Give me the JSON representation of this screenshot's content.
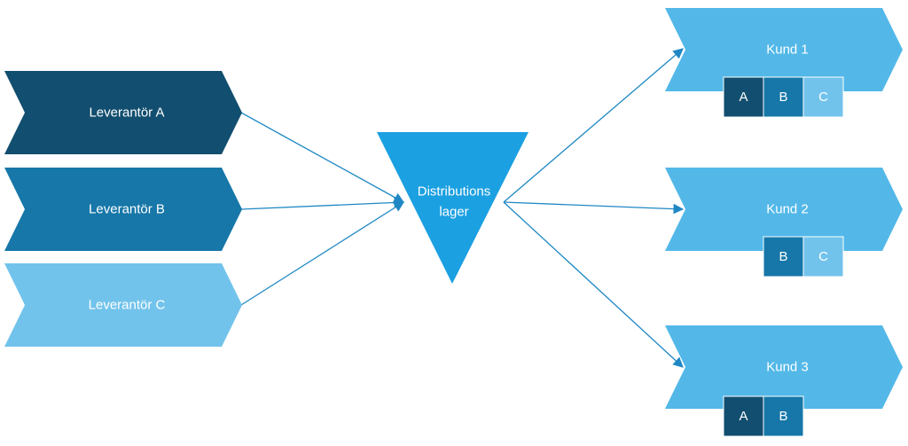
{
  "colors": {
    "dark": "#124e6f",
    "mid": "#1677a8",
    "light": "#72c3ec",
    "customer": "#53b8e8",
    "hub": "#1ba0e1",
    "arrow": "#1f88c4",
    "box_border": "#ffffff"
  },
  "suppliers": [
    {
      "label": "Leverantör A",
      "color_key": "dark"
    },
    {
      "label": "Leverantör B",
      "color_key": "mid"
    },
    {
      "label": "Leverantör C",
      "color_key": "light"
    }
  ],
  "hub": {
    "line1": "Distributions",
    "line2": "lager"
  },
  "customers": [
    {
      "label": "Kund 1",
      "products": [
        "A",
        "B",
        "C"
      ]
    },
    {
      "label": "Kund 2",
      "products": [
        "B",
        "C"
      ]
    },
    {
      "label": "Kund 3",
      "products": [
        "A",
        "B"
      ]
    }
  ],
  "product_colors": {
    "A": "dark",
    "B": "mid",
    "C": "light"
  }
}
